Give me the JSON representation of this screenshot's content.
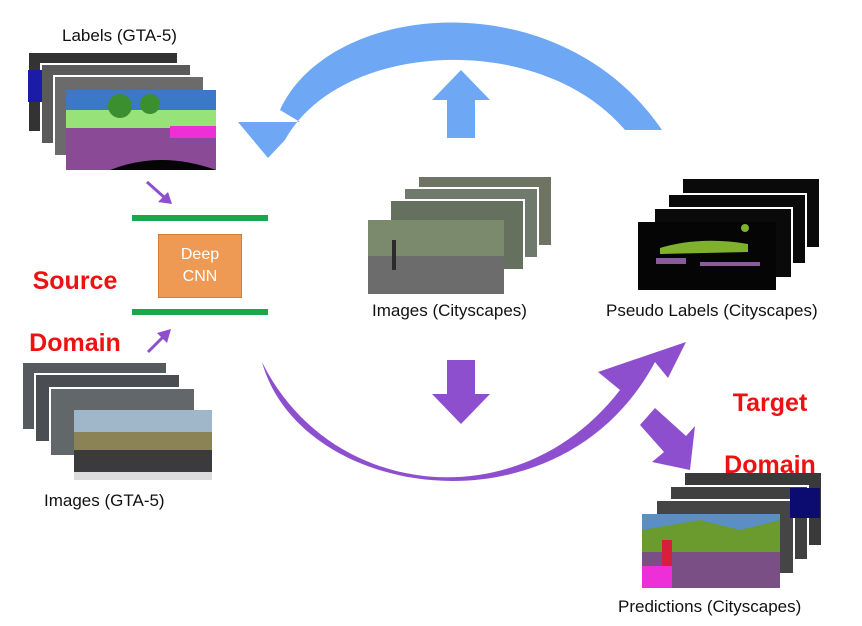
{
  "labels": {
    "labels_gta5": "Labels (GTA-5)",
    "images_gta5": "Images (GTA-5)",
    "images_cityscapes": "Images (Cityscapes)",
    "pseudo_labels": "Pseudo Labels (Cityscapes)",
    "predictions": "Predictions (Cityscapes)"
  },
  "source_domain": {
    "line1": "Source",
    "line2": "Domain"
  },
  "target_domain": {
    "line1": "Target",
    "line2": "Domain"
  },
  "cnn": {
    "line1": "Deep",
    "line2": "CNN"
  },
  "colors": {
    "blue_arrow": "#6ea8f5",
    "purple_arrow": "#8e4fcf",
    "green_bar": "#1aa64a",
    "cnn_box": "#ee9a55",
    "domain_text": "#ee1111"
  }
}
